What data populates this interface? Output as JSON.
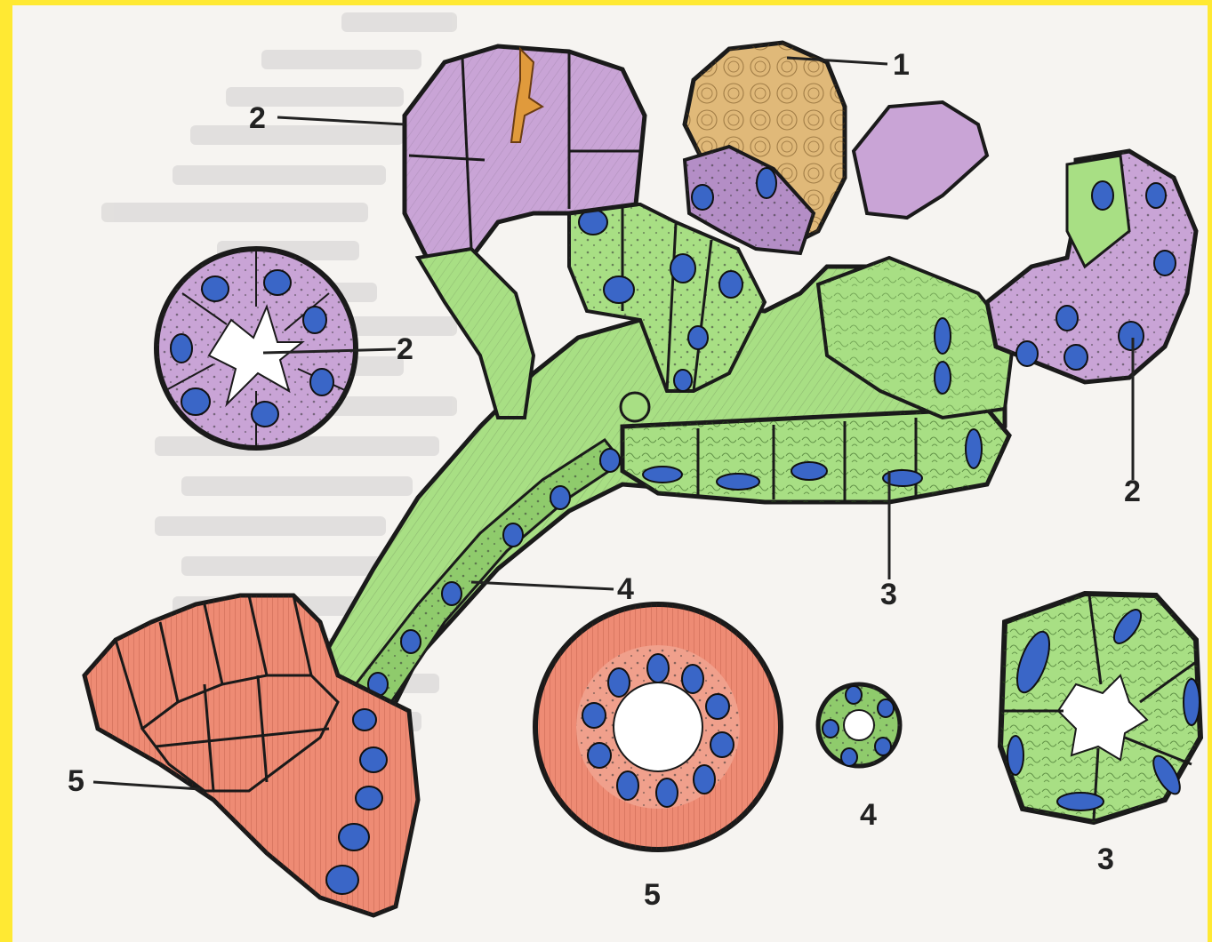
{
  "figure": {
    "labels": {
      "label_1": "1",
      "label_2_top": "2",
      "label_2_left_section": "2",
      "label_2_right": "2",
      "label_3_tube": "3",
      "label_3_section": "3",
      "label_4_duct": "4",
      "label_4_section": "4",
      "label_5_duct": "5",
      "label_5_section": "5"
    }
  },
  "colors": {
    "background_border": "#ffe933",
    "paper": "#f6f4f1",
    "serous": "#c9a4d6",
    "serous_deep": "#b48ec6",
    "mucous": "#e0b979",
    "mucous_thread": "#9a6a2a",
    "green_cells": "#a8df84",
    "green_deep": "#8fcb6c",
    "striated_duct": "#ee8b74",
    "striated_deep": "#e06f55",
    "nucleus": "#3a66c7",
    "outline": "#1a1a1a"
  }
}
